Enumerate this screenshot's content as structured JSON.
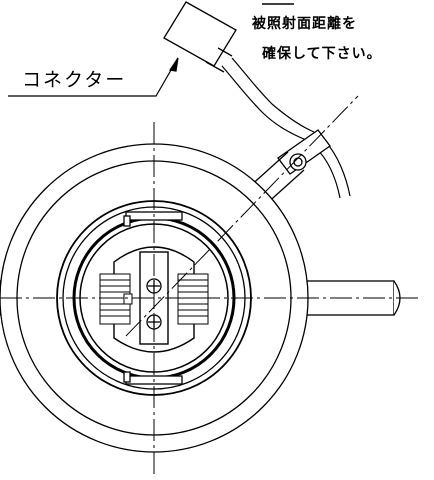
{
  "drawing": {
    "connector_label": "コネクター",
    "note_line1": "被照射面距離を",
    "note_line2": "確保して下さい。"
  }
}
